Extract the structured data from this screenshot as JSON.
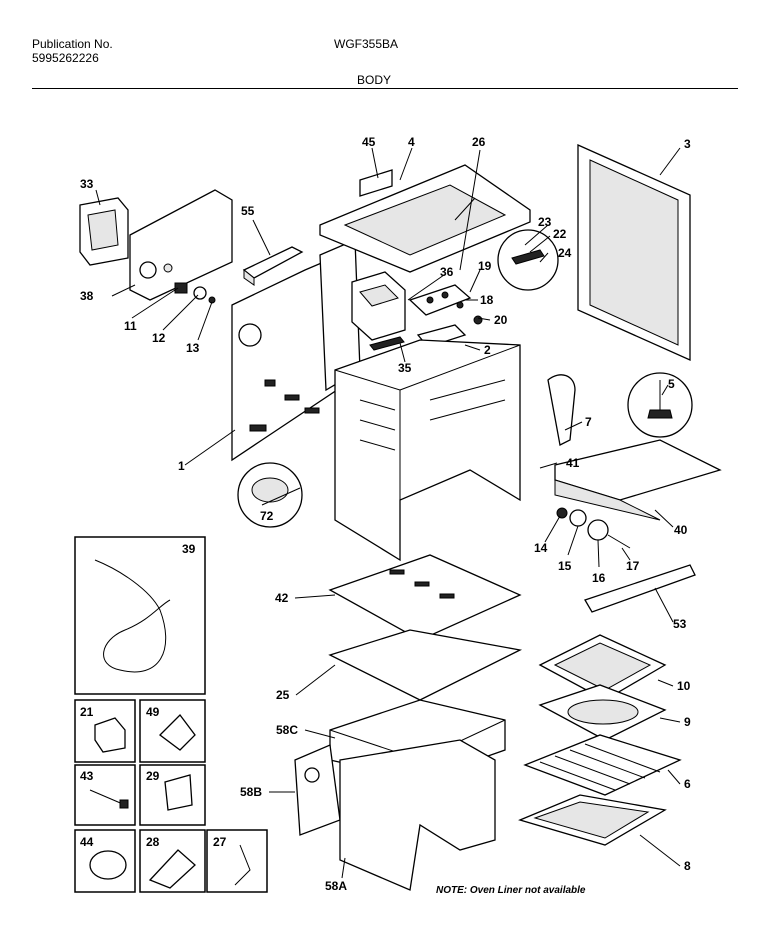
{
  "header": {
    "publication_label": "Publication No.",
    "publication_number": "5995262226",
    "model": "WGF355BA",
    "section": "BODY"
  },
  "callouts": {
    "c1": "1",
    "c2": "2",
    "c3": "3",
    "c4": "4",
    "c5": "5",
    "c6": "6",
    "c7": "7",
    "c8": "8",
    "c9": "9",
    "c10": "10",
    "c11": "11",
    "c12": "12",
    "c13": "13",
    "c14": "14",
    "c15": "15",
    "c16": "16",
    "c17": "17",
    "c18": "18",
    "c19": "19",
    "c20": "20",
    "c21": "21",
    "c22": "22",
    "c23": "23",
    "c24": "24",
    "c25": "25",
    "c26": "26",
    "c27": "27",
    "c28": "28",
    "c29": "29",
    "c33": "33",
    "c35": "35",
    "c36": "36",
    "c38": "38",
    "c39": "39",
    "c40": "40",
    "c41": "41",
    "c42": "42",
    "c43": "43",
    "c44": "44",
    "c45": "45",
    "c49": "49",
    "c53": "53",
    "c55": "55",
    "c58a": "58A",
    "c58b": "58B",
    "c58c": "58C",
    "c72": "72"
  },
  "note": "NOTE: Oven Liner not available"
}
